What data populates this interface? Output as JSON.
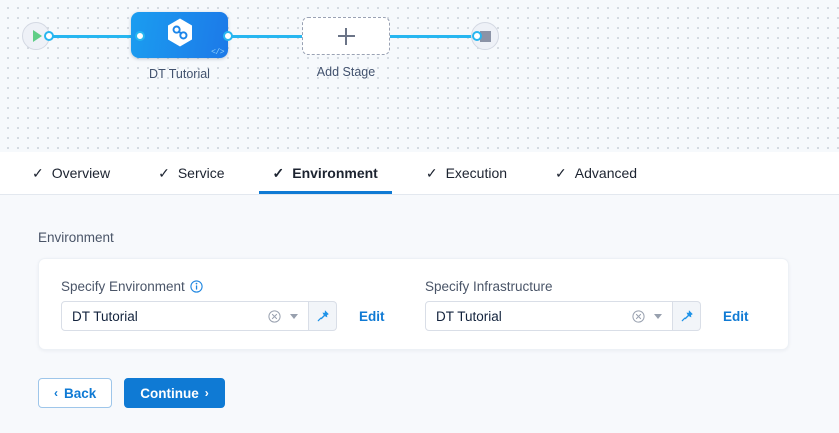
{
  "pipeline": {
    "start_node": {
      "name": "start-node",
      "icon": "play-icon"
    },
    "end_node": {
      "name": "end-node",
      "icon": "stop-icon"
    },
    "stage": {
      "label": "DT Tutorial",
      "icon": "hexagon-link-icon",
      "badge": "</>"
    },
    "add_stage": {
      "label": "Add Stage",
      "icon": "plus-icon"
    },
    "colors": {
      "edge": "#27b6f0",
      "stage_gradient_from": "#1b9df0",
      "stage_gradient_to": "#1c79e8",
      "play": "#5fce86",
      "stop": "#8b93a6"
    }
  },
  "tabs": [
    {
      "label": "Overview",
      "check": "✓",
      "active": false
    },
    {
      "label": "Service",
      "check": "✓",
      "active": false
    },
    {
      "label": "Environment",
      "check": "✓",
      "active": true
    },
    {
      "label": "Execution",
      "check": "✓",
      "active": false
    },
    {
      "label": "Advanced",
      "check": "✓",
      "active": false
    }
  ],
  "content": {
    "section_label": "Environment",
    "fields": {
      "environment": {
        "label": "Specify Environment",
        "info_icon": "info-icon",
        "value": "DT Tutorial",
        "clear_icon": "⊗",
        "pin_icon": "pin-icon",
        "edit_label": "Edit"
      },
      "infrastructure": {
        "label": "Specify Infrastructure",
        "value": "DT Tutorial",
        "clear_icon": "⊗",
        "pin_icon": "pin-icon",
        "edit_label": "Edit"
      }
    }
  },
  "footer": {
    "back_label": "Back",
    "back_arrow": "‹",
    "continue_label": "Continue",
    "continue_arrow": "›"
  },
  "theme": {
    "accent": "#0f7ad4",
    "canvas_bg": "#f6f9fc",
    "content_bg": "#f7f9fc"
  }
}
